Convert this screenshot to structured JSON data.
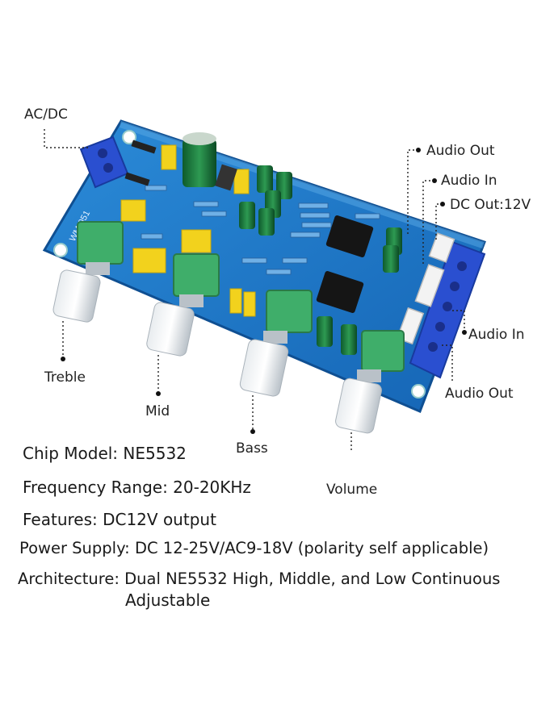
{
  "callouts": {
    "ac_dc": "AC/DC",
    "audio_out_top": "Audio Out",
    "audio_in_top": "Audio In",
    "dc_out": "DC Out:12V",
    "audio_in_right": "Audio In",
    "audio_out_right": "Audio Out",
    "treble": "Treble",
    "mid": "Mid",
    "bass": "Bass",
    "volume": "Volume"
  },
  "board": {
    "silkscreen_model": "WM-051",
    "pcb_color": "#1f78c8",
    "knob_base_color": "#3fae6a",
    "terminal_color": "#2a4fd0"
  },
  "specs": {
    "chip_model": "Chip Model: NE5532",
    "frequency_range": "Frequency Range: 20-20KHz",
    "features": "Features: DC12V output",
    "power_supply": "Power Supply: DC 12-25V/AC9-18V (polarity self applicable)",
    "architecture_line1": "Architecture: Dual NE5532 High, Middle, and Low Continuous",
    "architecture_line2": "Adjustable"
  }
}
